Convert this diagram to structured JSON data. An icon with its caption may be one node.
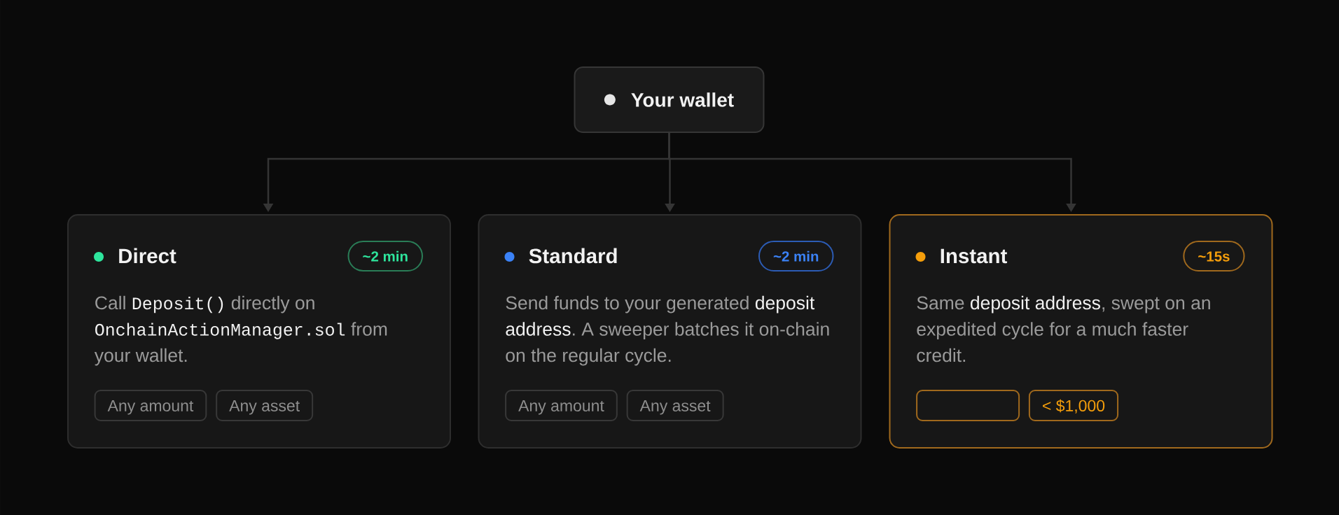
{
  "diagram": {
    "nodes": [
      {
        "text": [
          "Your wallet"
        ]
      },
      {
        "text": [
          "Direct",
          "Call **Deposit()** directly on **OnchainActionManager.sol** from your wallet."
        ]
      },
      {
        "text": [
          "~2 min"
        ],
        "in": 1
      },
      {
        "text": [
          "Any amount"
        ],
        "in": 1
      },
      {
        "text": [
          "Any asset"
        ],
        "in": 1
      },
      {
        "text": [
          "Standard",
          "Send funds to your generated **deposit address**. A sweeper batches it on-chain on the regular cycle."
        ]
      },
      {
        "text": [
          "~2 min"
        ],
        "in": 5
      },
      {
        "text": [
          "Any amount"
        ],
        "in": 5
      },
      {
        "text": [
          "Any asset"
        ],
        "in": 5
      },
      {
        "text": [
          "Instant",
          "Same **deposit address**, swept on an expedited cycle for a much faster credit."
        ]
      },
      {
        "text": [
          "~15s"
        ],
        "in": 9
      },
      {
        "text": [],
        "shape": "box",
        "in": 9
      },
      {
        "text": [
          "< $1,000"
        ],
        "in": 9
      }
    ],
    "edges": [
      {
        "from": 0,
        "to": 1,
        "arrow": "to"
      },
      {
        "from": 0,
        "to": 5,
        "arrow": "to"
      },
      {
        "from": 0,
        "to": 9,
        "arrow": "to"
      }
    ]
  }
}
